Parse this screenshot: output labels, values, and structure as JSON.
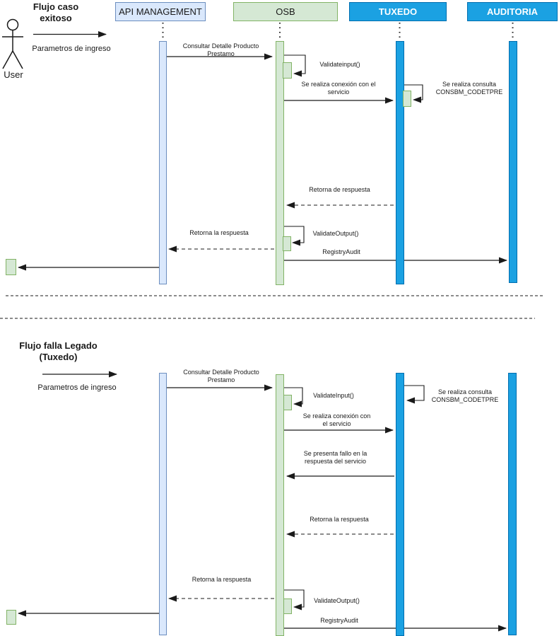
{
  "colors": {
    "light-blue-fill": "#dae8fc",
    "light-blue-stroke": "#6c8ebf",
    "green-fill": "#d5e8d4",
    "green-stroke": "#82b366",
    "blue-fill": "#1ba1e2",
    "blue-stroke": "#006eaf"
  },
  "flow1": {
    "title": "Flujo caso\nexitoso",
    "actor_label": "User",
    "entry_label": "Parametros de ingreso",
    "participants": {
      "api": "API MANAGEMENT",
      "osb": "OSB",
      "tuxedo": "TUXEDO",
      "auditoria": "AUDITORIA"
    },
    "messages": {
      "consultar": "Consultar Detalle Producto\nPrestamo",
      "validate_input": "Validateinput()",
      "conexion": "Se realiza conexión con el\nservicio",
      "consulta": "Se realiza consulta\nCONSBM_CODETPRE",
      "retorna_osb": "Retorna de respuesta",
      "validate_output": "ValidateOutput()",
      "retorna_api": "Retorna la respuesta",
      "registry_audit": "RegistryAudit"
    }
  },
  "flow2": {
    "title": "Flujo falla Legado\n(Tuxedo)",
    "entry_label": "Parametros de ingreso",
    "messages": {
      "consultar": "Consultar Detalle Producto\nPrestamo",
      "validate_input": "ValidateInput()",
      "consulta": "Se realiza consulta\nCONSBM_CODETPRE",
      "conexion": "Se realiza conexión con\nel servicio",
      "fallo": "Se presenta fallo en la\nrespuesta del servicio",
      "retorna_osb": "Retorna la respuesta",
      "retorna_api": "Retorna la respuesta",
      "validate_output": "ValidateOutput()",
      "registry_audit": "RegistryAudit"
    }
  }
}
